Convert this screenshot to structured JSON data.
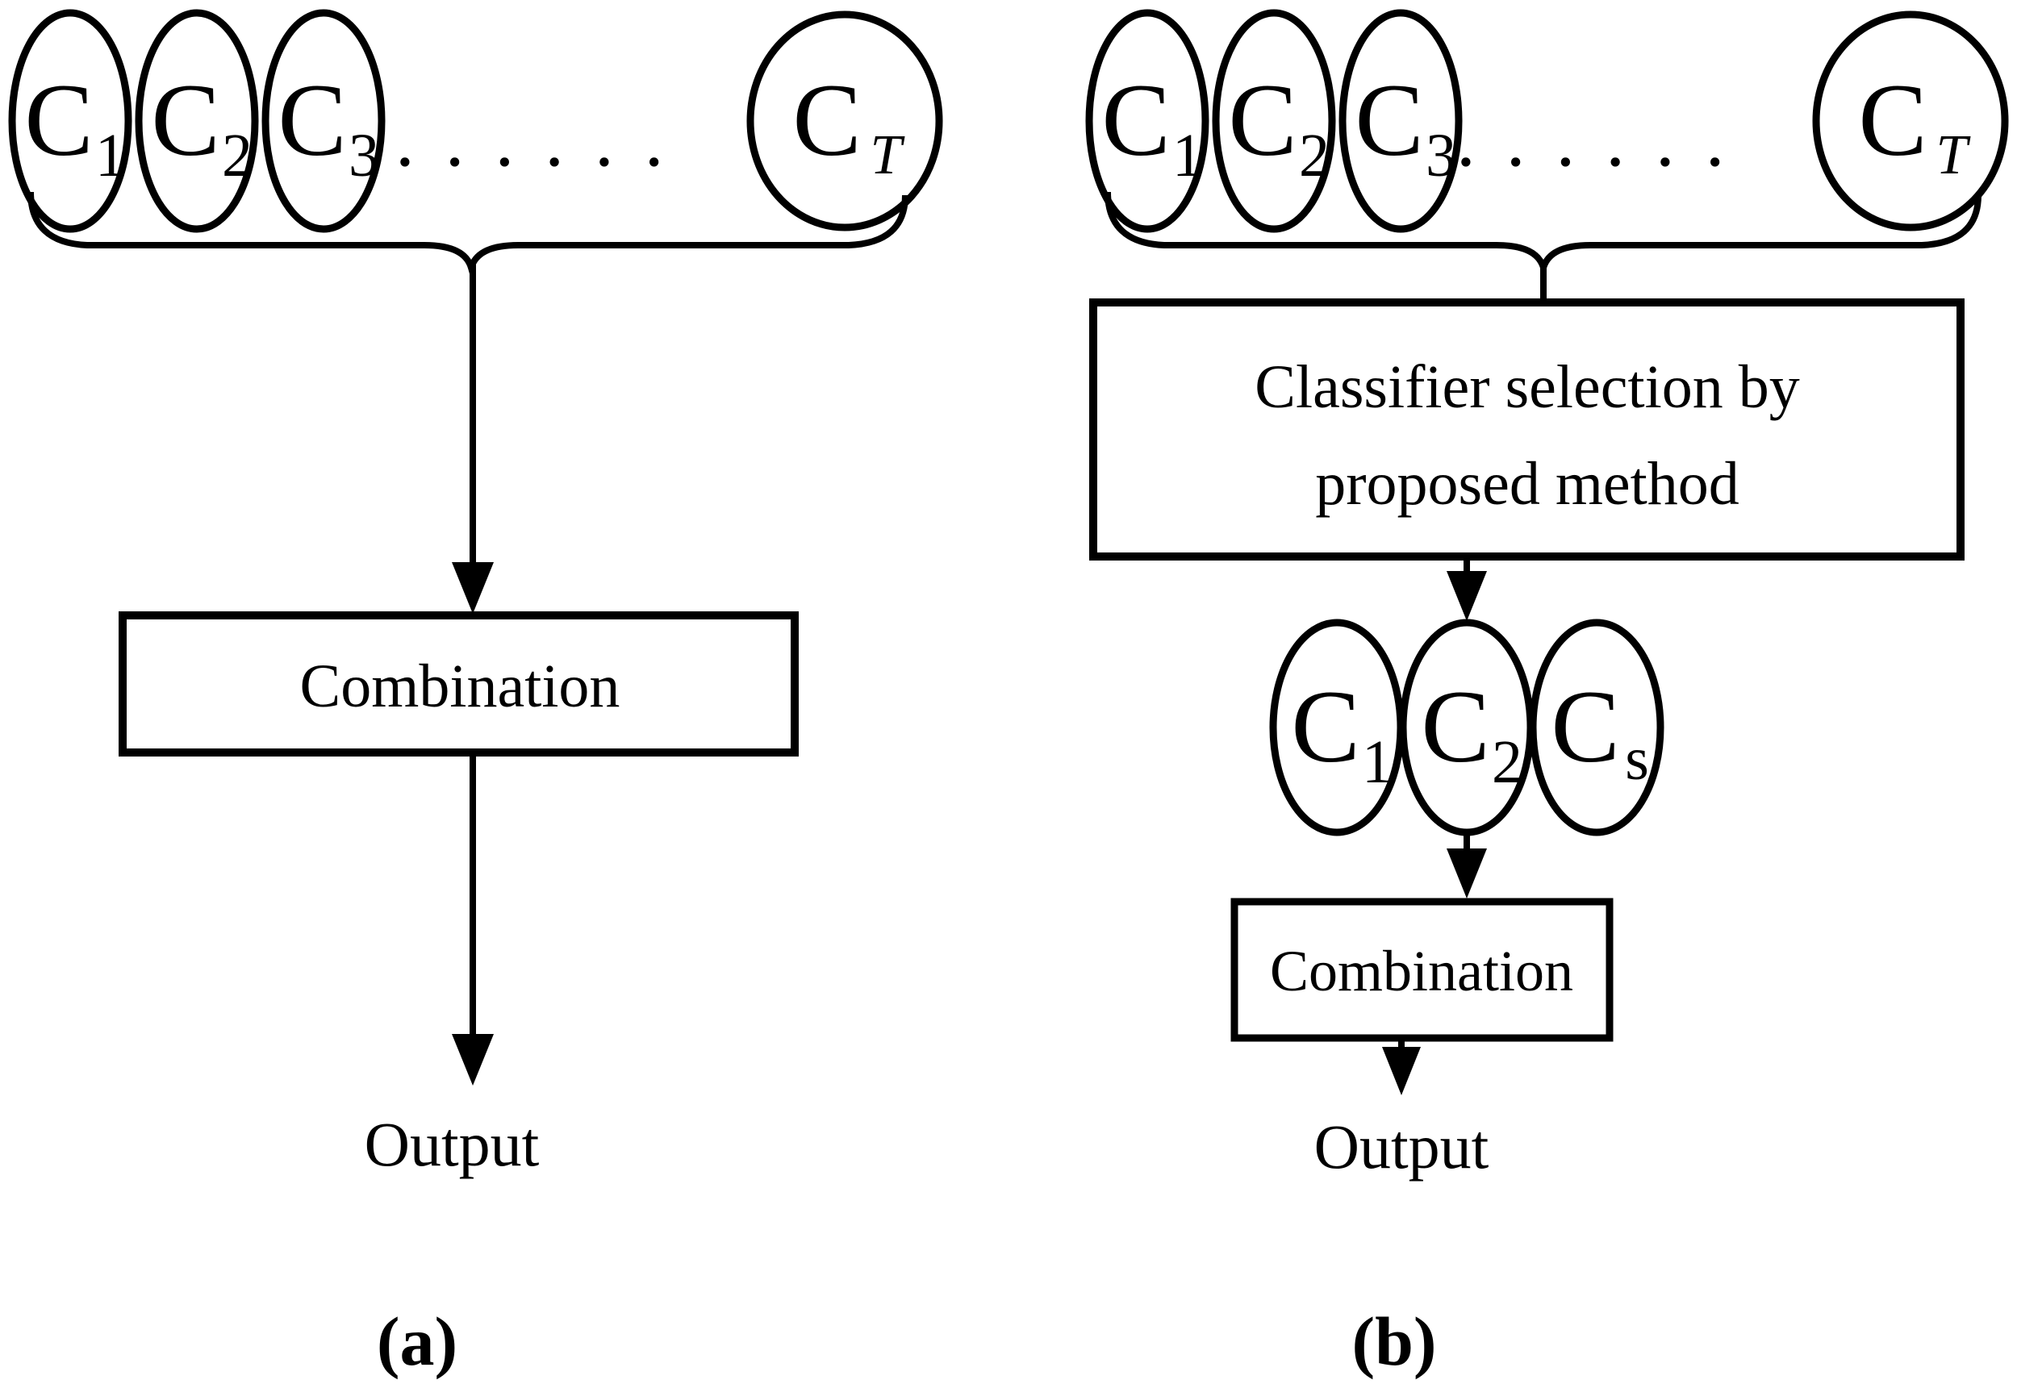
{
  "figure": {
    "background_color": "#ffffff",
    "ink_color": "#000000"
  },
  "diagram_a": {
    "figure_label": "(a)",
    "classifiers": [
      {
        "base": "C",
        "sub": "1"
      },
      {
        "base": "C",
        "sub": "2"
      },
      {
        "base": "C",
        "sub": "3"
      },
      {
        "base": "C",
        "sub": "T"
      }
    ],
    "dots": "......",
    "combination_label": "Combination",
    "output_label": "Output"
  },
  "diagram_b": {
    "figure_label": "(b)",
    "classifiers": [
      {
        "base": "C",
        "sub": "1"
      },
      {
        "base": "C",
        "sub": "2"
      },
      {
        "base": "C",
        "sub": "3"
      },
      {
        "base": "C",
        "sub": "T"
      }
    ],
    "dots": "......",
    "selection_line1": "Classifier selection by",
    "selection_line2": "proposed method",
    "selected": [
      {
        "base": "C",
        "sub": "1"
      },
      {
        "base": "C",
        "sub": "2"
      },
      {
        "base": "C",
        "sub": "s"
      }
    ],
    "combination_label": "Combination",
    "output_label": "Output"
  }
}
